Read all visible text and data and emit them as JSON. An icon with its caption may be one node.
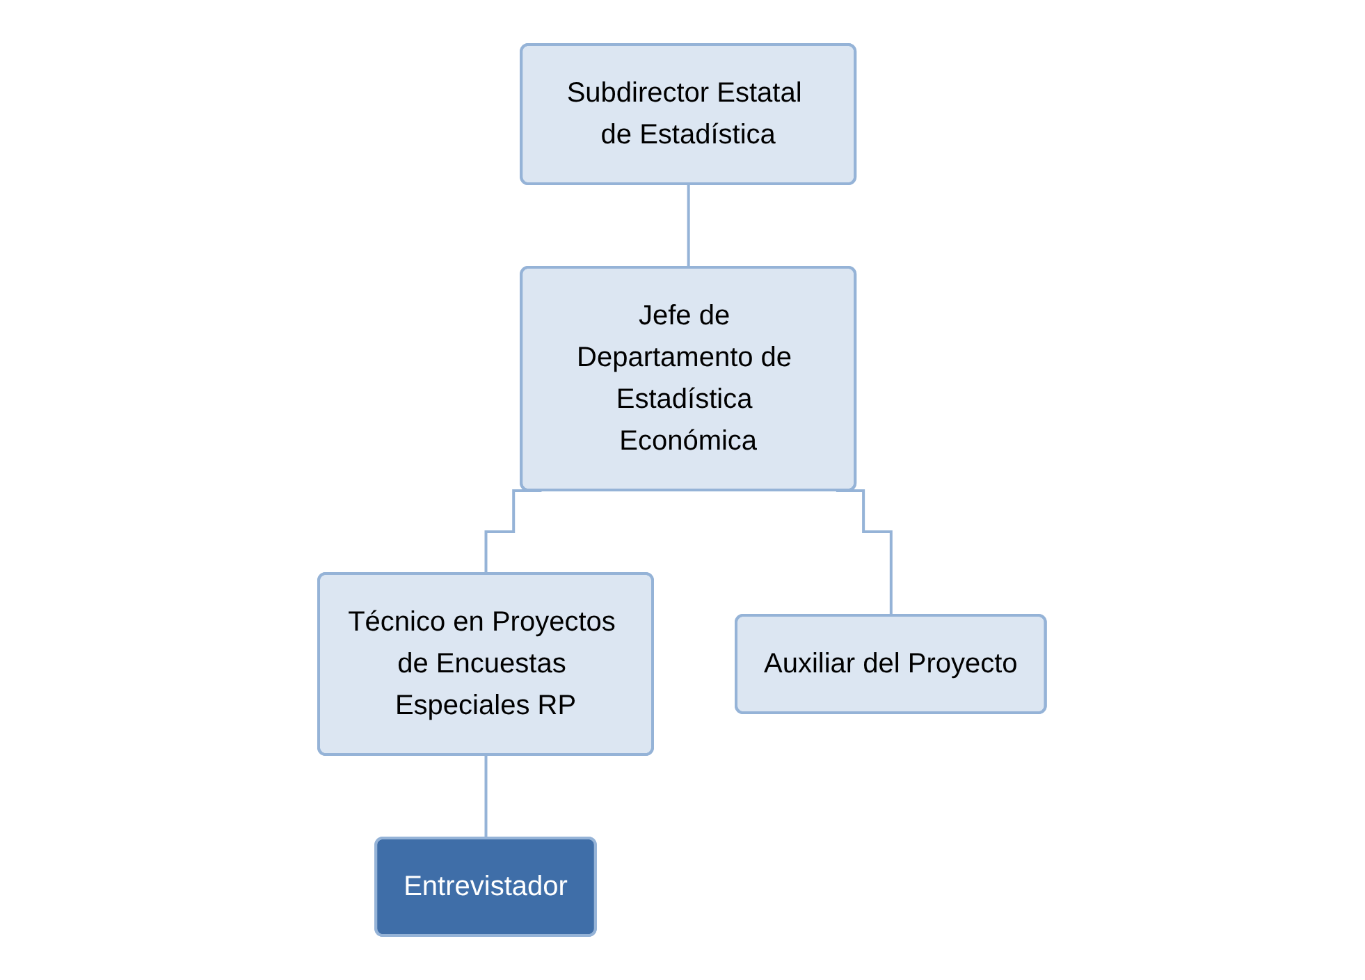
{
  "diagram": {
    "nodes": [
      {
        "text": [
          "Subdirector Estatal de Estadística"
        ]
      },
      {
        "text": [
          "Jefe de Departamento de Estadística Económica"
        ]
      },
      {
        "text": [
          "Técnico en Proyectos de Encuestas Especiales RP"
        ]
      },
      {
        "text": [
          "Auxiliar del Proyecto"
        ]
      },
      {
        "text": [
          "Entrevistador"
        ]
      }
    ],
    "edges": [
      {
        "from": 0,
        "to": 1,
        "arrow": "none"
      },
      {
        "from": 1,
        "to": 2,
        "arrow": "none"
      },
      {
        "from": 1,
        "to": 3,
        "arrow": "none"
      },
      {
        "from": 2,
        "to": 4,
        "arrow": "none"
      }
    ]
  }
}
